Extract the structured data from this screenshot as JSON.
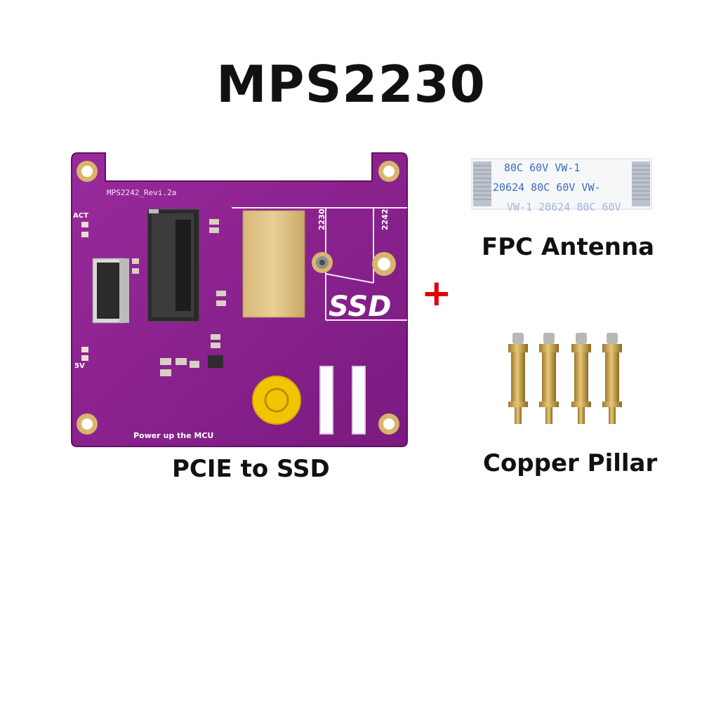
{
  "title": "MPS2230",
  "plus_sign": "+",
  "board": {
    "caption": "PCIE to SSD",
    "revision": "MPS2242_Revi.2a",
    "act_label": "ACT",
    "pwr_label": "5V",
    "size_2230": "2230",
    "size_2242": "2242",
    "ssd_label": "SSD",
    "mcu_label": "Power up the MCU",
    "color": "#8a1f8c"
  },
  "fpc": {
    "caption": "FPC Antenna",
    "line1": "80C   60V   VW-1",
    "line2": "20624   80C   60V   VW-",
    "line3": "VW-1  20624   80C   60V"
  },
  "pillar": {
    "caption": "Copper Pillar"
  },
  "accent_color": "#e00000"
}
